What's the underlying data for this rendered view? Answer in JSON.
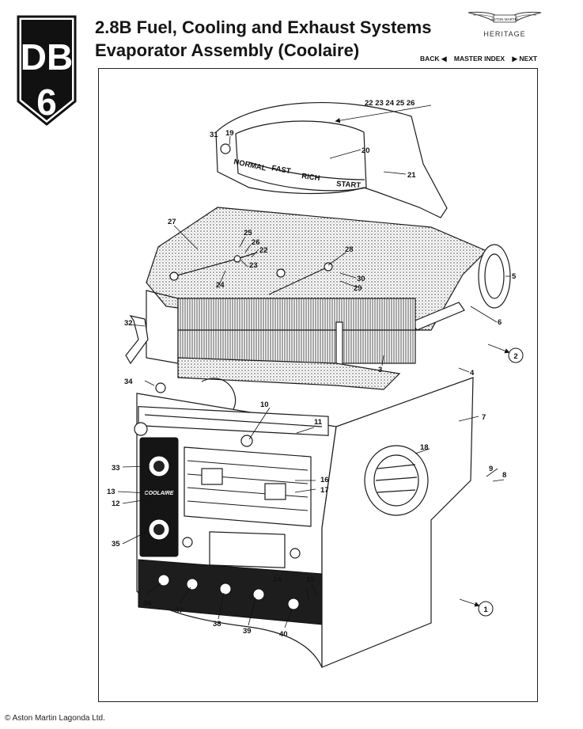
{
  "logo": {
    "letters": "DB",
    "number": "6"
  },
  "title": {
    "line1": "2.8B Fuel, Cooling and Exhaust Systems",
    "line2": "Evaporator Assembly (Coolaire)"
  },
  "brand": {
    "wordmark": "ASTON MARTIN",
    "subtitle": "HERITAGE"
  },
  "nav": {
    "back": "BACK",
    "master_index": "MASTER INDEX",
    "next": "NEXT"
  },
  "diagram": {
    "control_labels": [
      "NORMAL",
      "FAST",
      "RICH",
      "START"
    ],
    "badge": "COOLAIRE",
    "callouts": {
      "top_row": "22 23 24 25 26",
      "c1": "1",
      "c2": "2",
      "c3": "3",
      "c4": "4",
      "c5": "5",
      "c6": "6",
      "c7": "7",
      "c8": "8",
      "c9": "9",
      "c10": "10",
      "c11": "11",
      "c12": "12",
      "c13": "13",
      "c14": "14",
      "c15": "15",
      "c16": "16",
      "c17": "17",
      "c18": "18",
      "c19": "19",
      "c20": "20",
      "c21": "21",
      "c22": "22",
      "c23": "23",
      "c24": "24",
      "c25": "25",
      "c26": "26",
      "c27": "27",
      "c28": "28",
      "c29": "29",
      "c30": "30",
      "c31": "31",
      "c32": "32",
      "c33": "33",
      "c34": "34",
      "c35": "35",
      "c36": "36",
      "c37": "37",
      "c38": "38",
      "c39": "39",
      "c40": "40"
    }
  },
  "footer": {
    "copyright": "© Aston Martin Lagonda Ltd."
  }
}
